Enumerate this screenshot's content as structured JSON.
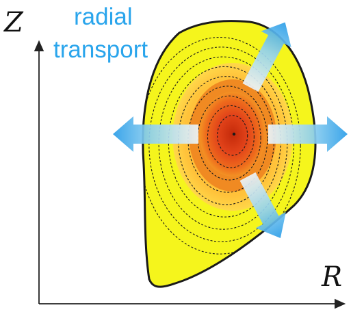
{
  "title_lines": [
    "radial",
    "transport"
  ],
  "axes": {
    "y_label": "Z",
    "x_label": "R"
  },
  "colors": {
    "title": "#2aa5ec",
    "outer_fill": "#f5f51c",
    "outline": "#1a1a1a",
    "contour": "#1a1a1a",
    "arrow_light": "#eef4f8",
    "arrow_mid": "#8fd0f0",
    "arrow_dark": "#2a9de8",
    "axis": "#222222",
    "core_center": "#d63010",
    "core_edge": "#ee7e1c",
    "halo": "#ffd045"
  },
  "arrows": [
    {
      "name": "arrow-up-right",
      "direction": "up-right"
    },
    {
      "name": "arrow-left",
      "direction": "left"
    },
    {
      "name": "arrow-right",
      "direction": "right"
    },
    {
      "name": "arrow-down-right",
      "direction": "down-right"
    }
  ]
}
